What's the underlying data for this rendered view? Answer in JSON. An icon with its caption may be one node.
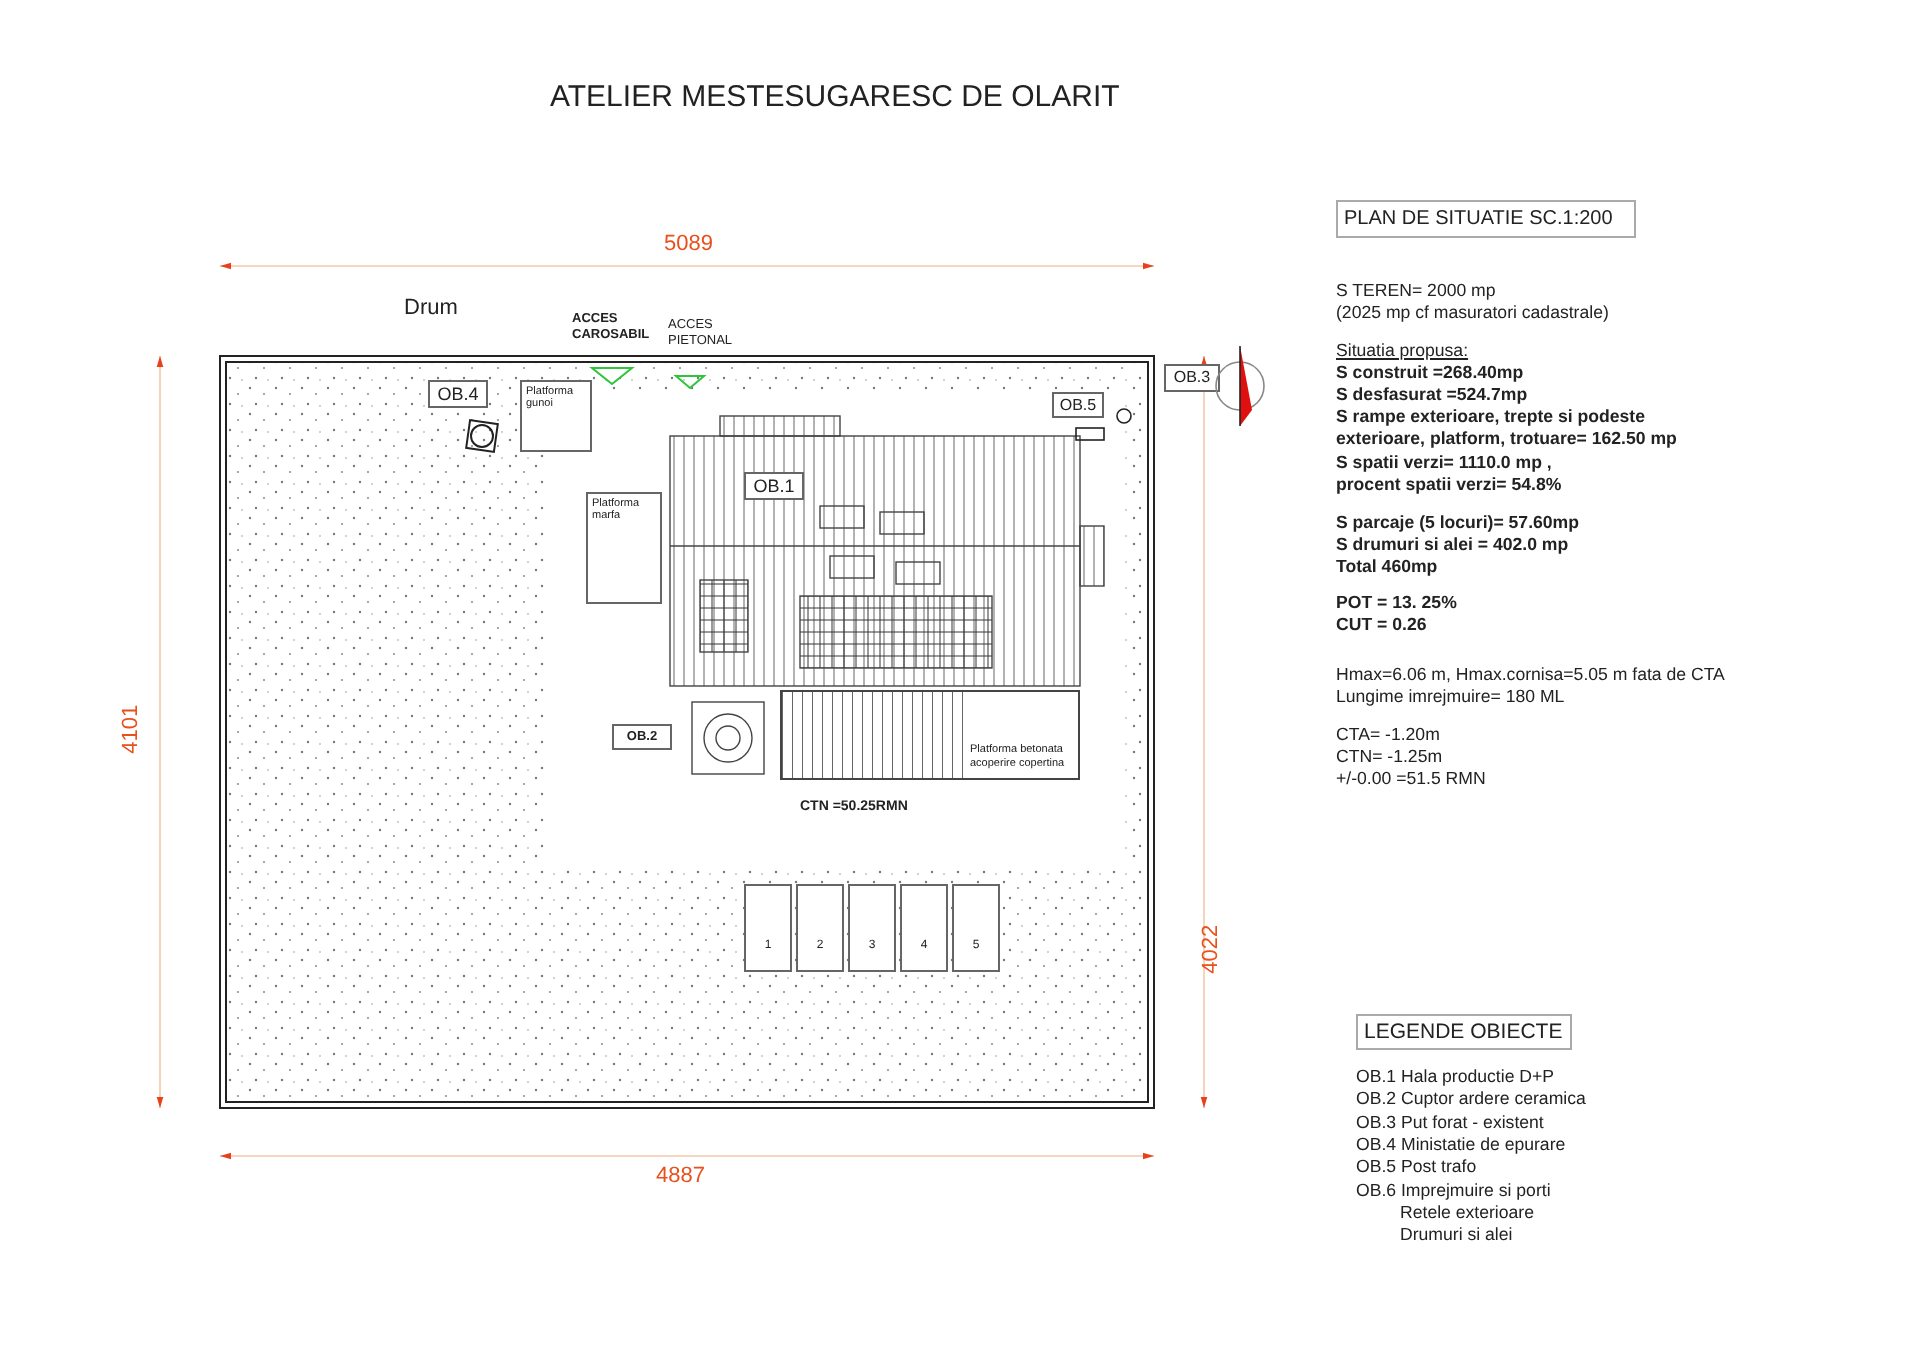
{
  "diagram": {
    "title": "ATELIER MESTESUGARESC DE OLARIT",
    "nodes": [
      {
        "text": [
          "OB.4"
        ]
      },
      {
        "text": [
          "Platforma gunoi"
        ]
      },
      {
        "text": [
          "OB.5"
        ]
      },
      {
        "text": [
          "OB.3"
        ]
      },
      {
        "text": [
          "Platforma marfa"
        ]
      },
      {
        "text": [
          "OB.1"
        ]
      },
      {
        "text": [
          "OB.2"
        ]
      },
      {
        "text": [
          "Platforma betonata acoperire copertina"
        ]
      },
      {
        "text": [
          "1"
        ]
      },
      {
        "text": [
          "2"
        ]
      },
      {
        "text": [
          "3"
        ]
      },
      {
        "text": [
          "4"
        ]
      },
      {
        "text": [
          "5"
        ]
      },
      {
        "text": [
          "PLAN DE SITUATIE SC.1:200"
        ]
      },
      {
        "text": [
          "LEGENDE OBIECTE"
        ]
      }
    ],
    "labels": [
      "Drum",
      "5089",
      "ACCES CAROSABIL",
      "ACCES PIETONAL",
      "4101",
      "CTN =50.25RMN",
      "4022",
      "4887",
      "S TEREN=  2000 mp",
      "(2025 mp cf masuratori cadastrale)",
      "Situatia propusa:",
      "S construit =268.40mp",
      "S desfasurat =524.7mp",
      "S rampe exterioare, trepte si podeste exterioare, platform, trotuare= 162.50 mp",
      "S spatii verzi= 1110.0 mp ,",
      "procent spatii verzi= 54.8%",
      "S parcaje (5 locuri)= 57.60mp",
      "S drumuri si alei = 402.0 mp",
      "Total 460mp",
      "POT = 13. 25%",
      "CUT = 0.26",
      "Hmax=6.06 m, Hmax.cornisa=5.05 m fata de CTA",
      "Lungime imrejmuire= 180 ML",
      "CTA= -1.20m",
      "CTN= -1.25m",
      "+/-0.00 =51.5 RMN",
      "OB.1 Hala productie D+P",
      "OB.2 Cuptor ardere ceramica",
      "OB.3 Put forat - existent",
      "OB.4 Ministatie de epurare",
      "OB.5 Post trafo",
      "OB.6 Imprejmuire si porti",
      "Retele exterioare",
      "Drumuri si alei"
    ]
  }
}
